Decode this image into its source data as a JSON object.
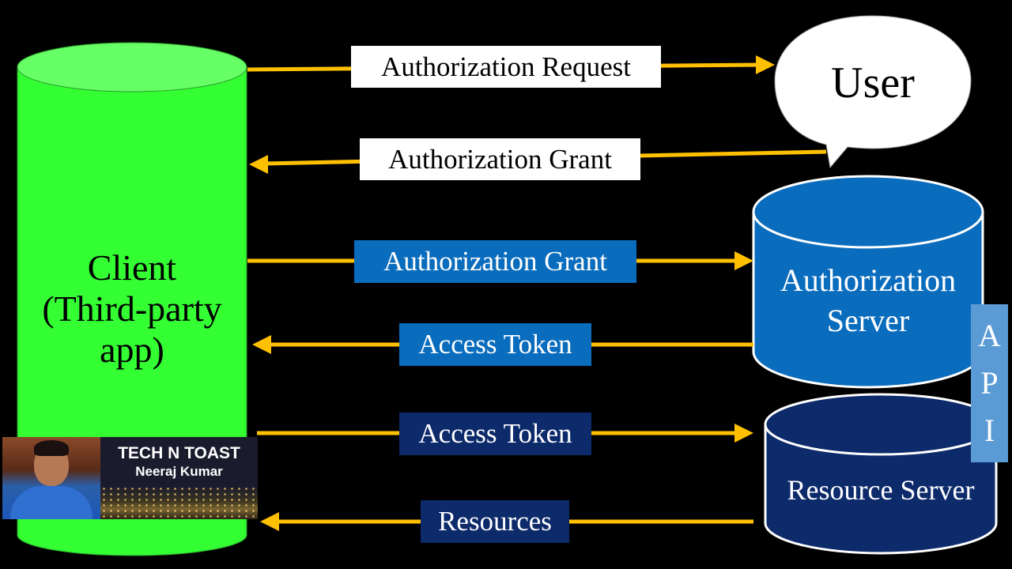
{
  "nodes": {
    "user": "User",
    "client_line1": "Client",
    "client_line2": "(Third-party",
    "client_line3": "app)",
    "auth_server_line1": "Authorization",
    "auth_server_line2": "Server",
    "resource_server": "Resource Server"
  },
  "api": [
    "A",
    "P",
    "I"
  ],
  "arrows": [
    {
      "id": "authorization-request",
      "label": "Authorization Request",
      "direction": "to-user"
    },
    {
      "id": "authorization-grant-from-user",
      "label": "Authorization Grant",
      "direction": "to-client"
    },
    {
      "id": "authorization-grant-to-server",
      "label": "Authorization Grant",
      "direction": "to-authorization-server"
    },
    {
      "id": "access-token-from-server",
      "label": "Access Token",
      "direction": "to-client"
    },
    {
      "id": "access-token-to-resource",
      "label": "Access Token",
      "direction": "to-resource-server"
    },
    {
      "id": "resources",
      "label": "Resources",
      "direction": "to-client"
    }
  ],
  "badge": {
    "title": "TECH N TOAST",
    "subtitle": "Neeraj Kumar"
  },
  "colors": {
    "background": "#000000",
    "client": "#33ff33",
    "authorization_server": "#0a6cbd",
    "resource_server": "#0d2a6b",
    "arrow": "#ffc000",
    "api": "#5b9bd5"
  }
}
